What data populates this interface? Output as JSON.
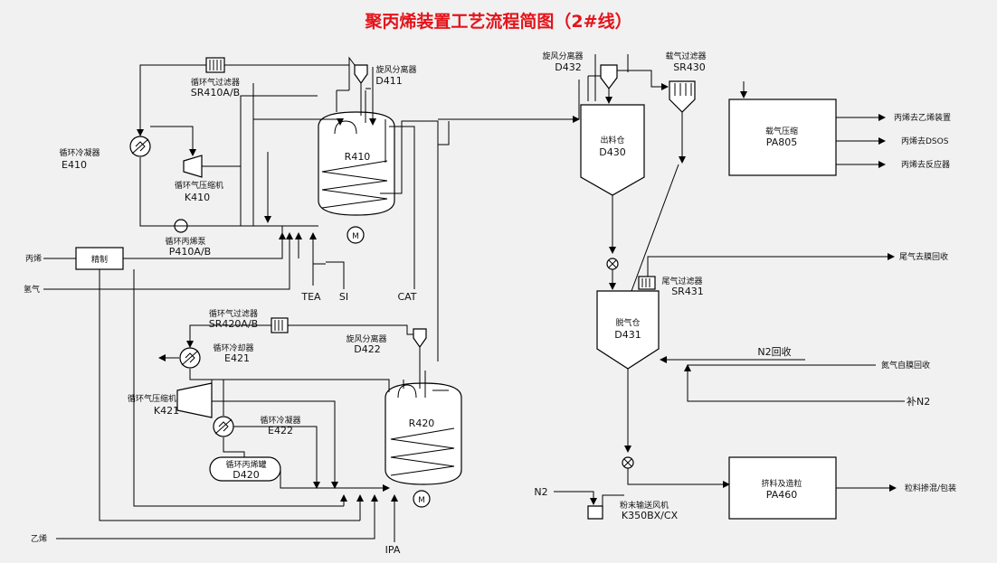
{
  "title": "聚丙烯装置工艺流程简图（2#线）",
  "equipment": {
    "sr410": {
      "name": "循环气过滤器",
      "tag": "SR410A/B"
    },
    "d411": {
      "name": "旋风分离器",
      "tag": "D411"
    },
    "e410": {
      "name": "循环冷凝器",
      "tag": "E410"
    },
    "k410": {
      "name": "循环气压缩机",
      "tag": "K410"
    },
    "p410": {
      "name": "循环丙烯泵",
      "tag": "P410A/B"
    },
    "r410": {
      "tag": "R410"
    },
    "refine": {
      "name": "精制"
    },
    "sr420": {
      "name": "循环气过滤器",
      "tag": "SR420A/B"
    },
    "e421": {
      "name": "循环冷却器",
      "tag": "E421"
    },
    "d422": {
      "name": "旋风分离器",
      "tag": "D422"
    },
    "k421": {
      "name": "循环气压缩机",
      "tag": "K421"
    },
    "e422": {
      "name": "循环冷凝器",
      "tag": "E422"
    },
    "d420": {
      "name": "循环丙烯罐",
      "tag": "D420"
    },
    "r420": {
      "tag": "R420"
    },
    "d432": {
      "name": "旋风分离器",
      "tag": "D432"
    },
    "sr430": {
      "name": "载气过滤器",
      "tag": "SR430"
    },
    "d430": {
      "name": "出料仓",
      "tag": "D430"
    },
    "pa805": {
      "name": "载气压缩",
      "tag": "PA805"
    },
    "sr431": {
      "name": "尾气过滤器",
      "tag": "SR431"
    },
    "d431": {
      "name": "脱气仓",
      "tag": "D431"
    },
    "k350": {
      "name": "粉末输送风机",
      "tag": "K350BX/CX"
    },
    "pa460": {
      "name": "挤料及造粒",
      "tag": "PA460"
    },
    "motor": "M"
  },
  "streams": {
    "propylene": "丙烯",
    "hydrogen": "氢气",
    "ethylene": "乙烯",
    "tea": "TEA",
    "si": "SI",
    "cat": "CAT",
    "ipa": "IPA",
    "n2_left": "N2",
    "n2_recycle": "N2回收",
    "n2_fresh": "补N2",
    "to_ethylene": "丙烯去乙烯装置",
    "to_dsos": "丙烯去DSOS",
    "to_recovery": "丙烯去反应器",
    "tail_gas": "尾气去膜回收",
    "n2_membrane": "氮气自膜回收",
    "pellet": "粒料掺混/包装"
  }
}
